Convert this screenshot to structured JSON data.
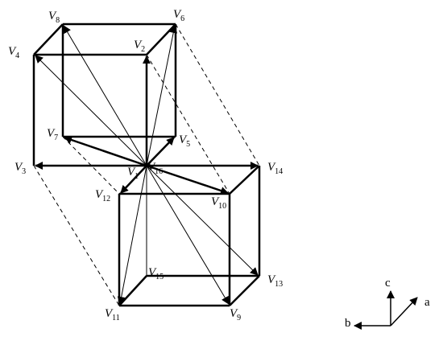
{
  "vectors": {
    "V1": {
      "name": "V",
      "sub": "1"
    },
    "V2": {
      "name": "V",
      "sub": "2"
    },
    "V3": {
      "name": "V",
      "sub": "3"
    },
    "V4": {
      "name": "V",
      "sub": "4"
    },
    "V5": {
      "name": "V",
      "sub": "5"
    },
    "V6": {
      "name": "V",
      "sub": "6"
    },
    "V7": {
      "name": "V",
      "sub": "7"
    },
    "V8": {
      "name": "V",
      "sub": "8"
    },
    "V9": {
      "name": "V",
      "sub": "9"
    },
    "V10": {
      "name": "V",
      "sub": "10"
    },
    "V11": {
      "name": "V",
      "sub": "11"
    },
    "V12": {
      "name": "V",
      "sub": "12"
    },
    "V13": {
      "name": "V",
      "sub": "13"
    },
    "V14": {
      "name": "V",
      "sub": "14"
    },
    "V15": {
      "name": "V",
      "sub": "15"
    },
    "V16": {
      "name": "V",
      "sub": "16"
    }
  },
  "axes": {
    "a": "a",
    "b": "b",
    "c": "c"
  }
}
